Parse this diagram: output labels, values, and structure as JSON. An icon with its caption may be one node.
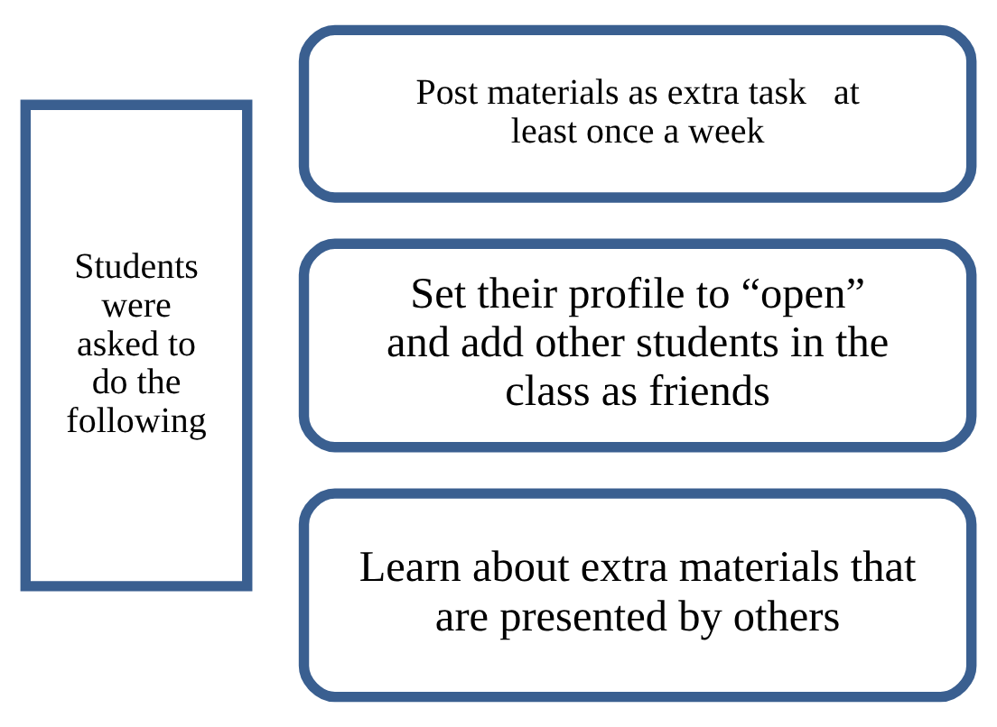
{
  "diagram": {
    "nodes": [
      {
        "text": [
          "Students were asked to do the following"
        ]
      },
      {
        "text": [
          "Post materials as extra task   at least once a week"
        ]
      },
      {
        "text": [
          "Set their profile to “open” and add other students in the class as friends"
        ]
      },
      {
        "text": [
          "Learn about extra materials that are presented by others"
        ]
      }
    ]
  }
}
